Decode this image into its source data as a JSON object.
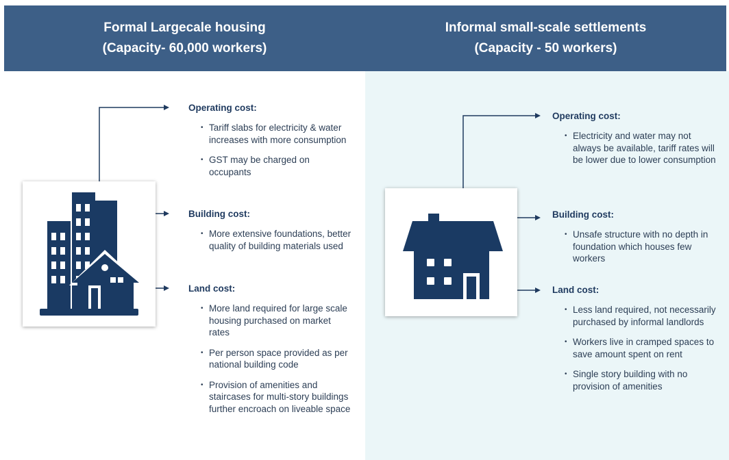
{
  "left": {
    "header_line1": "Formal Largecale housing",
    "header_line2": "(Capacity- 60,000 workers)",
    "icon": "office-buildings-with-house-icon",
    "sections": [
      {
        "title": "Operating cost:",
        "bullets": [
          "Tariff slabs for electricity & water increases with more consumption",
          "GST may be charged on occupants"
        ]
      },
      {
        "title": "Building cost:",
        "bullets": [
          "More extensive foundations, better quality of building materials used"
        ]
      },
      {
        "title": "Land cost:",
        "bullets": [
          "More land required for large scale housing purchased on market rates",
          "Per person space provided as per national building code",
          "Provision of amenities and staircases for multi-story buildings further encroach on liveable space"
        ]
      }
    ]
  },
  "right": {
    "header_line1": "Informal small-scale settlements",
    "header_line2": "(Capacity - 50 workers)",
    "icon": "house-icon",
    "sections": [
      {
        "title": "Operating cost:",
        "bullets": [
          "Electricity and water may not always be available, tariff rates will be lower due to lower consumption"
        ]
      },
      {
        "title": "Building cost:",
        "bullets": [
          "Unsafe structure with no depth in foundation which houses few workers"
        ]
      },
      {
        "title": "Land cost:",
        "bullets": [
          "Less land required, not necessarily purchased by informal landlords",
          "Workers live in cramped spaces to save amount spent on rent",
          "Single story building with no provision of amenities"
        ]
      }
    ]
  },
  "colors": {
    "header_bg": "#3d5f87",
    "icon_navy": "#1a3a63",
    "right_panel_bg": "#ebf6f8",
    "text": "#1f3a5f"
  }
}
